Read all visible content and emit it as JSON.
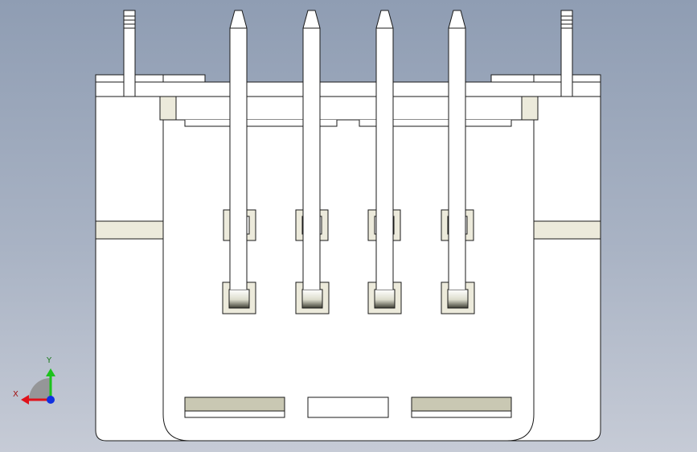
{
  "viewport": {
    "background_top": "#8f9db3",
    "background_bottom": "#c6cbd6"
  },
  "model": {
    "body_fill": "#ffffff",
    "edge_color": "#1a1a1a",
    "latch_fill": "#eceadb",
    "slot_fill": "#c9c8b3",
    "pin_count": 4
  },
  "triad": {
    "x_label": "X",
    "y_label": "Y",
    "x_color": "#e0121b",
    "y_color": "#1cc21c",
    "z_color": "#1030e0"
  }
}
